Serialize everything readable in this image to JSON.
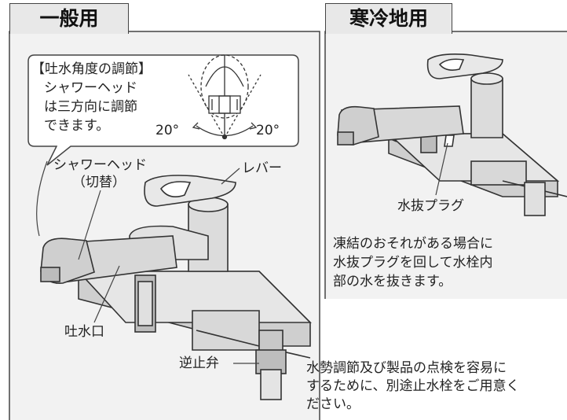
{
  "general": {
    "title": "一般用",
    "callout": {
      "heading": "【吐水角度の調節】",
      "body": [
        "シャワーヘッド",
        "は三方向に調節",
        "できます。"
      ],
      "angle_left": "20°",
      "angle_right": "20°"
    },
    "labels": {
      "shower_head": "シャワーヘッド",
      "switch": "（切替）",
      "lever": "レバー",
      "spout": "吐水口",
      "check_valve": "逆止弁"
    },
    "note": [
      "水勢調節及び製品の点検を容易に",
      "するために、別途止水栓をご用意く",
      "ださい。"
    ]
  },
  "cold": {
    "title": "寒冷地用",
    "labels": {
      "drain_plug": "水抜プラグ"
    },
    "note": [
      "凍結のおそれがある場合に",
      "水抜プラグを回して水栓内",
      "部の水を抜きます。"
    ]
  },
  "colors": {
    "panel_bg": "#f2f2f2",
    "tab_bg": "#e8e8e8",
    "line": "#333333"
  }
}
